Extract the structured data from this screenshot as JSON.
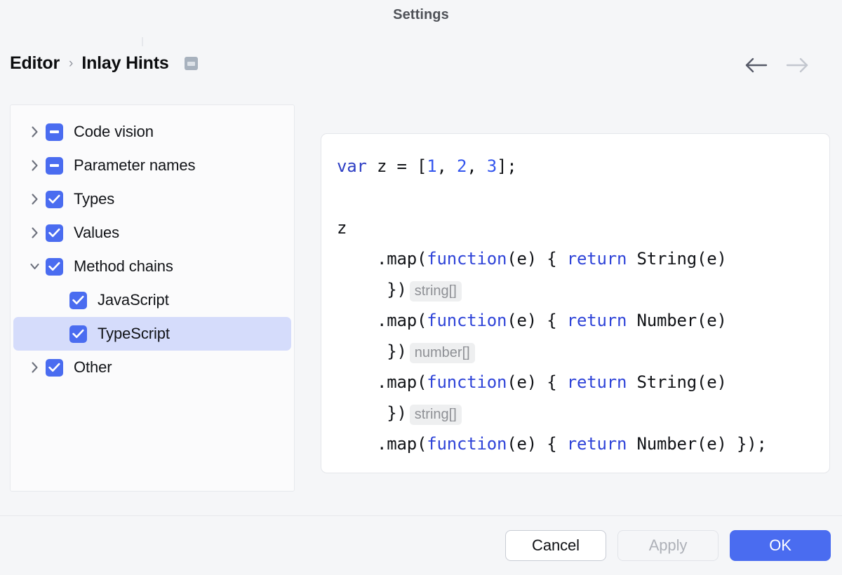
{
  "dialog": {
    "title": "Settings"
  },
  "breadcrumb": {
    "root": "Editor",
    "separator": "›",
    "leaf": "Inlay Hints",
    "badge_icon": "window-icon"
  },
  "nav": {
    "back_icon": "arrow-left-icon",
    "forward_icon": "arrow-right-icon",
    "back_enabled": true,
    "forward_enabled": false
  },
  "tree": {
    "items": [
      {
        "label": "Code vision",
        "state": "indeterminate",
        "expander": "chevron-right",
        "depth": 0,
        "selected": false
      },
      {
        "label": "Parameter names",
        "state": "indeterminate",
        "expander": "chevron-right",
        "depth": 0,
        "selected": false
      },
      {
        "label": "Types",
        "state": "checked",
        "expander": "chevron-right",
        "depth": 0,
        "selected": false
      },
      {
        "label": "Values",
        "state": "checked",
        "expander": "chevron-right",
        "depth": 0,
        "selected": false
      },
      {
        "label": "Method chains",
        "state": "checked",
        "expander": "chevron-down",
        "depth": 0,
        "selected": false
      },
      {
        "label": "JavaScript",
        "state": "checked",
        "expander": "none",
        "depth": 1,
        "selected": false
      },
      {
        "label": "TypeScript",
        "state": "checked",
        "expander": "none",
        "depth": 1,
        "selected": true
      },
      {
        "label": "Other",
        "state": "checked",
        "expander": "chevron-right",
        "depth": 0,
        "selected": false
      }
    ]
  },
  "preview": {
    "lines": [
      [
        {
          "t": "var",
          "c": "kw"
        },
        {
          "t": " z = [",
          "c": "plain"
        },
        {
          "t": "1",
          "c": "num"
        },
        {
          "t": ", ",
          "c": "plain"
        },
        {
          "t": "2",
          "c": "num"
        },
        {
          "t": ", ",
          "c": "plain"
        },
        {
          "t": "3",
          "c": "num"
        },
        {
          "t": "];",
          "c": "plain"
        }
      ],
      [],
      [
        {
          "t": "z",
          "c": "plain"
        }
      ],
      [
        {
          "t": "    .map(",
          "c": "plain"
        },
        {
          "t": "function",
          "c": "kw2"
        },
        {
          "t": "(e) { ",
          "c": "plain"
        },
        {
          "t": "return",
          "c": "kw2"
        },
        {
          "t": " String(e)",
          "c": "plain"
        }
      ],
      [
        {
          "t": "     })",
          "c": "plain"
        },
        {
          "t": "string[]",
          "c": "hint"
        }
      ],
      [
        {
          "t": "    .map(",
          "c": "plain"
        },
        {
          "t": "function",
          "c": "kw2"
        },
        {
          "t": "(e) { ",
          "c": "plain"
        },
        {
          "t": "return",
          "c": "kw2"
        },
        {
          "t": " Number(e)",
          "c": "plain"
        }
      ],
      [
        {
          "t": "     })",
          "c": "plain"
        },
        {
          "t": "number[]",
          "c": "hint"
        }
      ],
      [
        {
          "t": "    .map(",
          "c": "plain"
        },
        {
          "t": "function",
          "c": "kw2"
        },
        {
          "t": "(e) { ",
          "c": "plain"
        },
        {
          "t": "return",
          "c": "kw2"
        },
        {
          "t": " String(e)",
          "c": "plain"
        }
      ],
      [
        {
          "t": "     })",
          "c": "plain"
        },
        {
          "t": "string[]",
          "c": "hint"
        }
      ],
      [
        {
          "t": "    .map(",
          "c": "plain"
        },
        {
          "t": "function",
          "c": "kw2"
        },
        {
          "t": "(e) { ",
          "c": "plain"
        },
        {
          "t": "return",
          "c": "kw2"
        },
        {
          "t": " Number(e) });",
          "c": "plain"
        }
      ]
    ]
  },
  "footer": {
    "cancel_label": "Cancel",
    "apply_label": "Apply",
    "apply_enabled": false,
    "ok_label": "OK"
  },
  "colors": {
    "accent": "#4a6cf0",
    "selection": "#d5dcfb",
    "background": "#f5f6f8",
    "panel": "#ffffff",
    "border": "#e6e8ec",
    "hint_text": "#8e9095",
    "hint_bg": "#eeeff0",
    "keyword": "#2f44d8",
    "number": "#3355ee"
  }
}
